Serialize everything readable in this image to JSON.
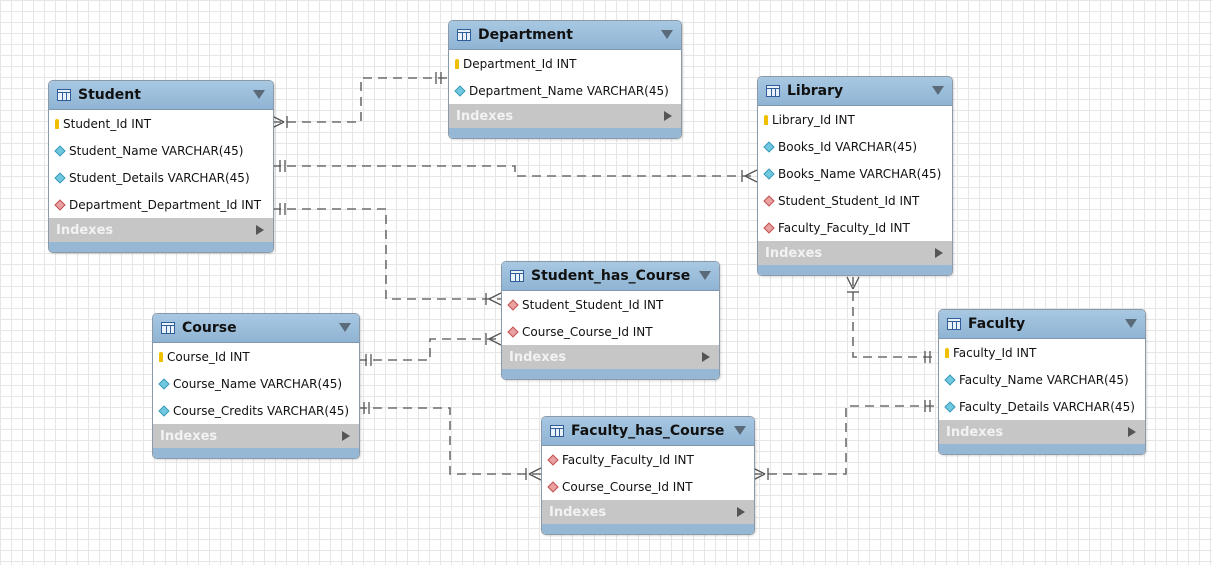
{
  "colors": {
    "header": "#97b8d4",
    "indexes_band": "#c6c6c6",
    "connector": "#6e6e6e"
  },
  "tables": {
    "department": {
      "name": "Department",
      "columns": [
        {
          "text": "Department_Id INT",
          "icon": "primary-key-icon"
        },
        {
          "text": "Department_Name VARCHAR(45)",
          "icon": "attribute-icon"
        }
      ],
      "indexes": "Indexes"
    },
    "student": {
      "name": "Student",
      "columns": [
        {
          "text": "Student_Id INT",
          "icon": "primary-key-icon"
        },
        {
          "text": "Student_Name VARCHAR(45)",
          "icon": "attribute-icon"
        },
        {
          "text": "Student_Details VARCHAR(45)",
          "icon": "attribute-icon"
        },
        {
          "text": "Department_Department_Id INT",
          "icon": "foreign-key-icon"
        }
      ],
      "indexes": "Indexes"
    },
    "library": {
      "name": "Library",
      "columns": [
        {
          "text": "Library_Id INT",
          "icon": "primary-key-icon"
        },
        {
          "text": "Books_Id VARCHAR(45)",
          "icon": "attribute-icon"
        },
        {
          "text": "Books_Name VARCHAR(45)",
          "icon": "attribute-icon"
        },
        {
          "text": "Student_Student_Id INT",
          "icon": "foreign-key-icon"
        },
        {
          "text": "Faculty_Faculty_Id INT",
          "icon": "foreign-key-icon"
        }
      ],
      "indexes": "Indexes"
    },
    "student_has_course": {
      "name": "Student_has_Course",
      "columns": [
        {
          "text": "Student_Student_Id INT",
          "icon": "foreign-key-icon"
        },
        {
          "text": "Course_Course_Id INT",
          "icon": "foreign-key-icon"
        }
      ],
      "indexes": "Indexes"
    },
    "course": {
      "name": "Course",
      "columns": [
        {
          "text": "Course_Id INT",
          "icon": "primary-key-icon"
        },
        {
          "text": "Course_Name VARCHAR(45)",
          "icon": "attribute-icon"
        },
        {
          "text": "Course_Credits VARCHAR(45)",
          "icon": "attribute-icon"
        }
      ],
      "indexes": "Indexes"
    },
    "faculty": {
      "name": "Faculty",
      "columns": [
        {
          "text": "Faculty_Id INT",
          "icon": "primary-key-icon"
        },
        {
          "text": "Faculty_Name VARCHAR(45)",
          "icon": "attribute-icon"
        },
        {
          "text": "Faculty_Details VARCHAR(45)",
          "icon": "attribute-icon"
        }
      ],
      "indexes": "Indexes"
    },
    "faculty_has_course": {
      "name": "Faculty_has_Course",
      "columns": [
        {
          "text": "Faculty_Faculty_Id INT",
          "icon": "foreign-key-icon"
        },
        {
          "text": "Course_Course_Id INT",
          "icon": "foreign-key-icon"
        }
      ],
      "indexes": "Indexes"
    }
  },
  "relationships": [
    {
      "from": "Department",
      "to": "Student",
      "cardinality": "one-to-many"
    },
    {
      "from": "Student",
      "to": "Library",
      "cardinality": "one-to-many"
    },
    {
      "from": "Student",
      "to": "Student_has_Course",
      "cardinality": "one-to-many"
    },
    {
      "from": "Course",
      "to": "Student_has_Course",
      "cardinality": "one-to-many"
    },
    {
      "from": "Faculty",
      "to": "Library",
      "cardinality": "one-to-many"
    },
    {
      "from": "Course",
      "to": "Faculty_has_Course",
      "cardinality": "one-to-many"
    },
    {
      "from": "Faculty",
      "to": "Faculty_has_Course",
      "cardinality": "one-to-many"
    }
  ]
}
